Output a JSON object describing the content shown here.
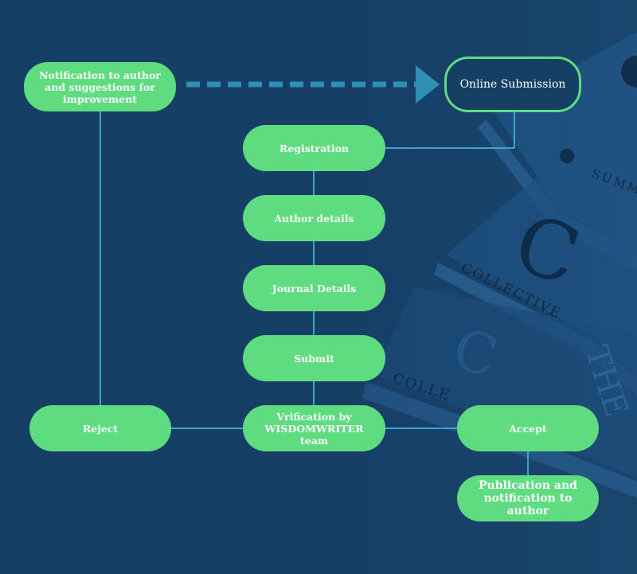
{
  "colors": {
    "background": "#163f66",
    "node_fill": "#5fdc7f",
    "node_text": "#ffffff",
    "connector": "#3aa6c9",
    "dashed_arrow": "#2f8fb5"
  },
  "nodes": {
    "notification": "Notification to author and suggestions for improvement",
    "online_submission": "Online Submission",
    "registration": "Registration",
    "author_details": "Author details",
    "journal_details": "Journal Details",
    "submit": "Submit",
    "verification": "Vrification by WISDOMWRITER team",
    "reject": "Reject",
    "accept": "Accept",
    "publication": "Publication and notification to author"
  },
  "background_book_text": {
    "summ": "SUMM",
    "collective_upper": "COLLECTIVE",
    "collective_lower": "COLLE",
    "the": "THE",
    "big_c": "C"
  }
}
